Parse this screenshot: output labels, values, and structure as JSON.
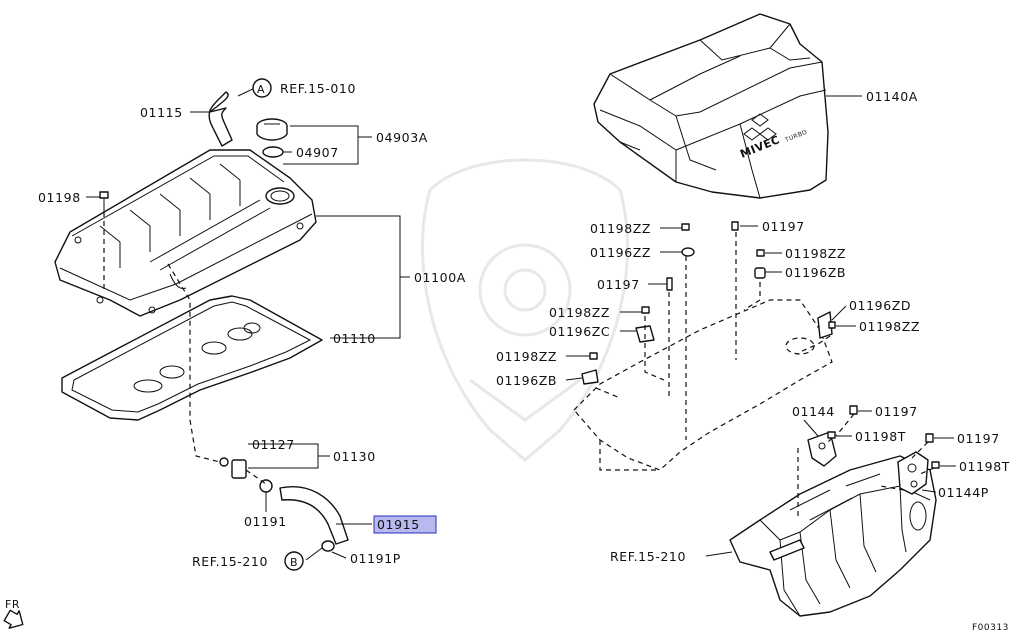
{
  "callouts": {
    "p01115": "01115",
    "ref15010": "REF.15-010",
    "circle_a": "A",
    "p04903a": "04903A",
    "p04907": "04907",
    "p01198": "01198",
    "p01100a": "01100A",
    "p01110": "01110",
    "p01127": "01127",
    "p01130": "01130",
    "p01191": "01191",
    "p01915": "01915",
    "ref15210_left": "REF.15-210",
    "circle_b": "B",
    "p01191p": "01191P",
    "p01140a": "01140A",
    "p01198zz_1": "01198ZZ",
    "p01197_1": "01197",
    "p01196zz": "01196ZZ",
    "p01198zz_2": "01198ZZ",
    "p01197_2": "01197",
    "p01196zb_1": "01196ZB",
    "p01198zz_3": "01198ZZ",
    "p01196zd": "01196ZD",
    "p01196zc": "01196ZC",
    "p01198zz_4": "01198ZZ",
    "p01198zz_5": "01198ZZ",
    "p01196zb_2": "01196ZB",
    "p01144": "01144",
    "p01197_3": "01197",
    "p01198t_1": "01198T",
    "p01197_4": "01197",
    "p01198t_2": "01198T",
    "p01144p": "01144P",
    "ref15210_right": "REF.15-210"
  },
  "cover_logo_text": "MIVEC",
  "cover_logo_subtext": "TURBO",
  "fr_label": "FR",
  "figure_code": "F00313",
  "highlight_color": "#b7b9ef"
}
